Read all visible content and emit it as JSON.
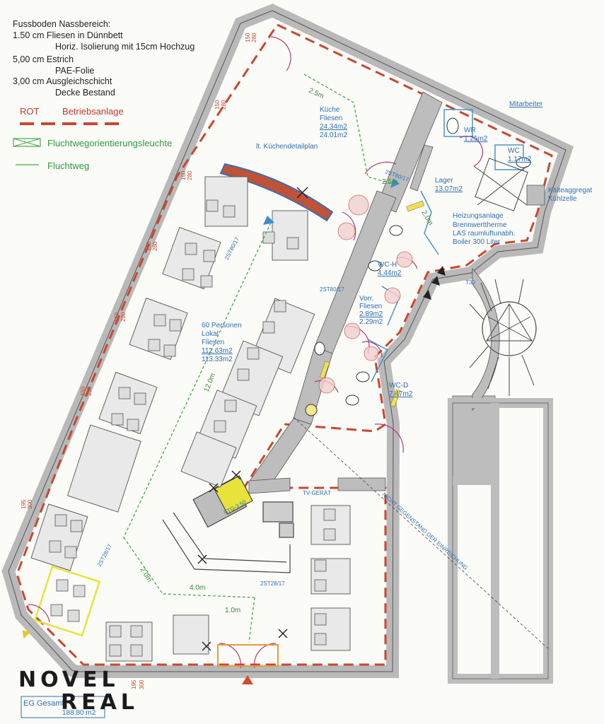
{
  "legend": {
    "title": "Fussboden Nassbereich:",
    "lines": [
      "1.50 cm Fliesen in Dünnbett",
      "Horiz. Isolierung mit 15cm Hochzug",
      "5,00 cm Estrich",
      "PAE-Folie",
      "3,00 cm Ausgleichschicht",
      "Decke Bestand"
    ],
    "rot_label": "ROT",
    "betriebsanlage": "Betriebsanlage",
    "fluchtweg_leuchte": "Fluchtwegorientierungsleuchte",
    "fluchtweg": "Fluchtweg"
  },
  "rooms": {
    "kueche": [
      "Küche",
      "Fliesen",
      "24.34m2",
      "24.01m2"
    ],
    "kuechendetail": "lt. Küchendetailplan",
    "mitarbeiter": "Mitarbeiter",
    "wr": [
      "WR",
      "1.25m2"
    ],
    "wc_top": [
      "WC",
      "1.17m2"
    ],
    "lager": [
      "Lager",
      "13.07m2"
    ],
    "kaelteaggregat": [
      "Kälteaggregat",
      "Kühlzelle"
    ],
    "heizung": [
      "Heizungsanlage",
      "Brennwerttherme",
      "LAS raumluftunabh.",
      "Boiler 300 Liter"
    ],
    "wc_h": [
      "WC-H",
      "4.44m2"
    ],
    "vorr": [
      "Vorr.",
      "Fliesen",
      "2.89m2",
      "2.29m2"
    ],
    "wc_d": [
      "WC-D",
      "7.47m2"
    ],
    "lokal": [
      "60 Personen",
      "Lokal",
      "Fliesen",
      "112.63m2",
      "113.33m2"
    ],
    "tv": "TV-GERÄT",
    "nicht_gegenstand": "NICHT GEGENSTAND DER EINREICHUNG",
    "eg_gesamt": "EG Gesamt",
    "eg_area": "188,80 m2"
  },
  "dims": {
    "d25m": "2.5m",
    "d2_5m": "2.5m",
    "d2_0m": "2.0m",
    "d12m": "12.0m",
    "d2m": "2.0m",
    "d4m": "4.0m",
    "d1m": "1.0m",
    "t30": "T30",
    "st_a": "2ST80/17",
    "st_b": "2ST80/17",
    "st_c": "2ST28/17",
    "st_d": "2ST28/17",
    "st_e": "2ST80/17",
    "st_f": "STG-3.50",
    "wall_labels": [
      "150",
      "280",
      "150",
      "280",
      "150",
      "280",
      "150",
      "280",
      "150",
      "280",
      "150",
      "280",
      "195",
      "300",
      "195",
      "300"
    ]
  },
  "logo": {
    "line1": "NOVEL",
    "line2": "REAL"
  },
  "colors": {
    "wall": "#b9b9b9",
    "red": "#c9472e",
    "green": "#4aa64a",
    "blue": "#3d8fc8",
    "magenta": "#b03a78",
    "yellow": "#e8e33a"
  }
}
